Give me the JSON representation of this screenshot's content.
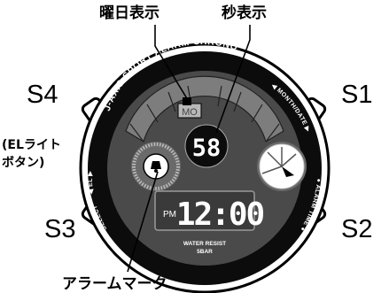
{
  "callouts": {
    "day_of_week": "曜日表示",
    "seconds": "秒表示",
    "el_button_line1": "(ELライト",
    "el_button_line2": "ボタン)",
    "alarm_mark": "アラームマーク"
  },
  "buttons": {
    "s1": "S1",
    "s2": "S2",
    "s3": "S3",
    "s4": "S4"
  },
  "dial": {
    "ring_text": "J-AXIS SPORT ALARM CHRONO",
    "day_display": "MO",
    "seconds_display": "58",
    "am_pm": "PM",
    "time_display": "12:00",
    "water_resist_line1": "WATER RESIST",
    "water_resist_line2": "5BAR"
  },
  "bezel": {
    "el": "◀ EL ▶",
    "month_date": "◀ MONTH/DATE ▶",
    "select": "SELECT",
    "alarm_time": "● ALARM TIME ●"
  }
}
